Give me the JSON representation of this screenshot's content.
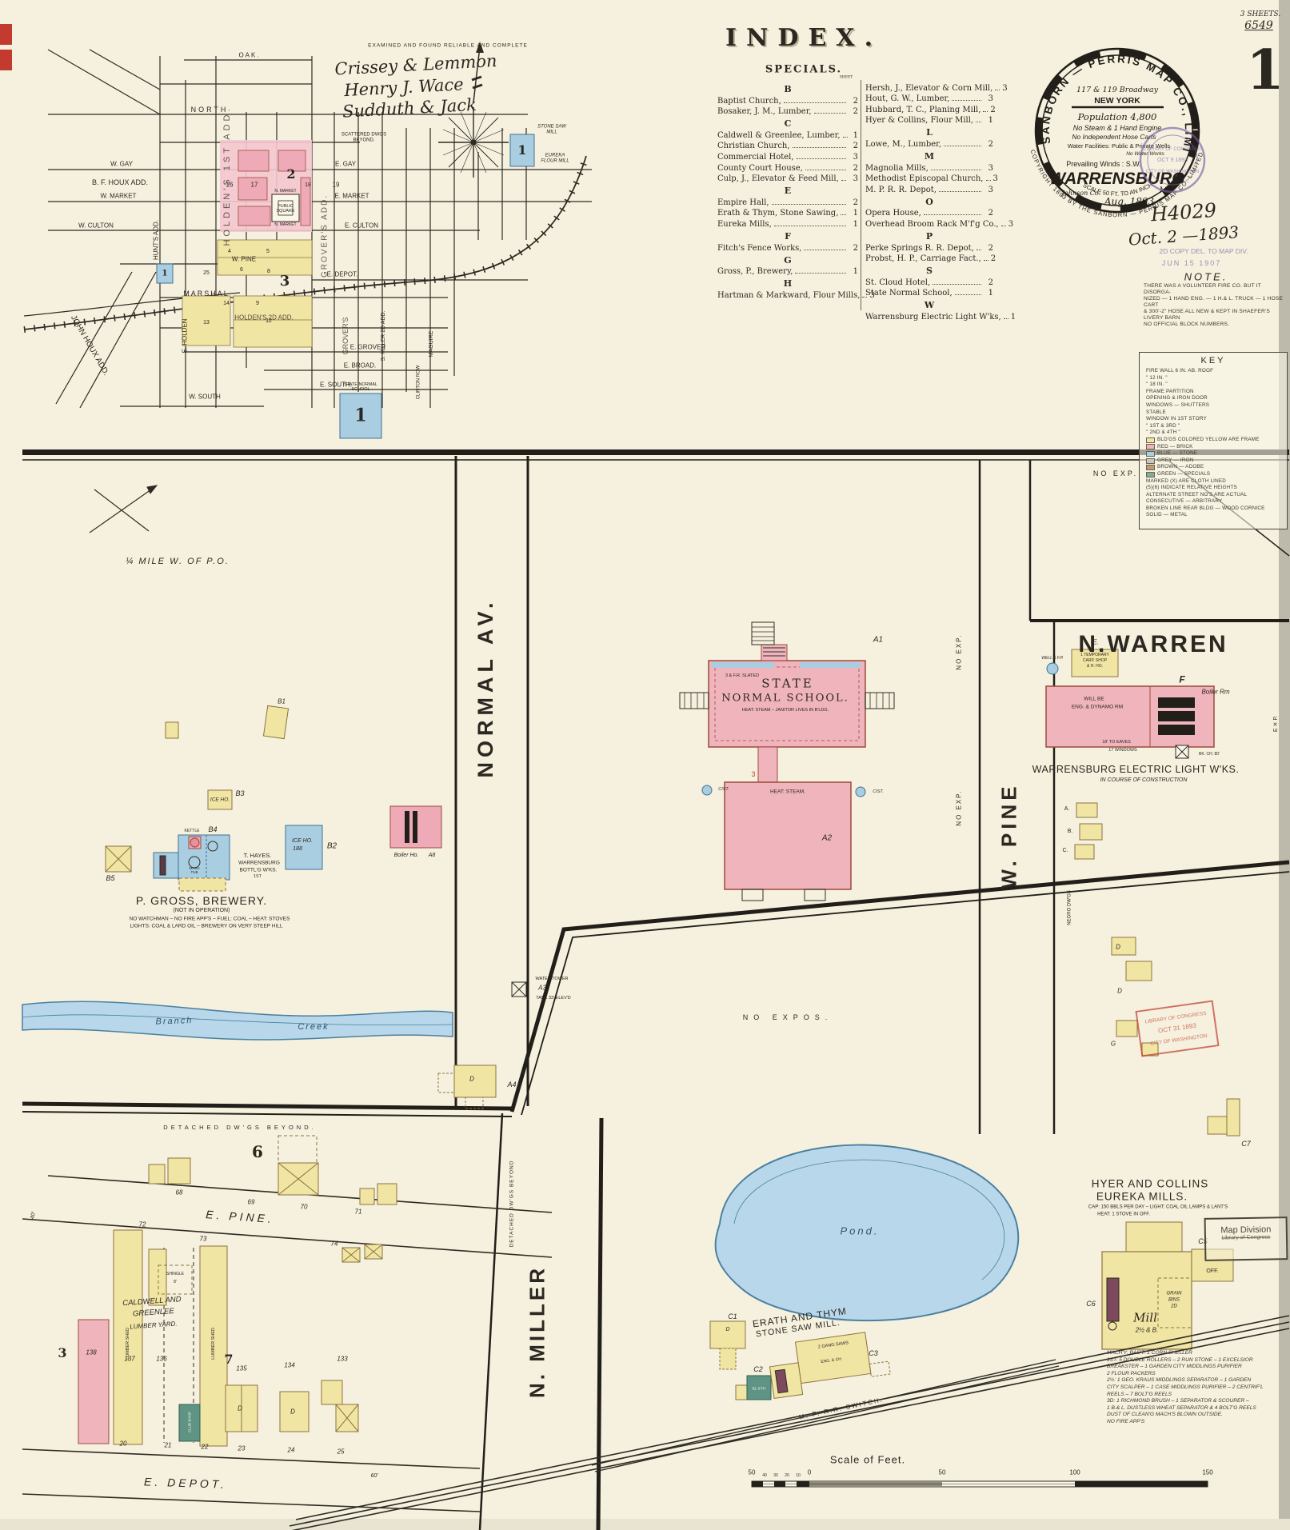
{
  "sheet": {
    "corner": {
      "sheets": "3 SHEETS.",
      "number": "6549",
      "page": "1"
    },
    "examined": "EXAMINED AND FOUND RELIABLE AND COMPLETE",
    "signatures": [
      "Crissey & Lemmon",
      "Henry J. Wace",
      "Sudduth & Jack"
    ]
  },
  "index": {
    "title": "INDEX.",
    "subtitle": "SPECIALS.",
    "sheet_col": "SHEET",
    "left": [
      {
        "c": "head",
        "t": "B"
      },
      {
        "c": "row",
        "t": "Baptist Church,",
        "s": "2"
      },
      {
        "c": "row",
        "t": "Bosaker, J. M., Lumber,",
        "s": "2"
      },
      {
        "c": "head",
        "t": "C"
      },
      {
        "c": "row",
        "t": "Caldwell & Greenlee, Lumber,",
        "s": "1"
      },
      {
        "c": "row",
        "t": "Christian Church,",
        "s": "2"
      },
      {
        "c": "row",
        "t": "Commercial Hotel,",
        "s": "3"
      },
      {
        "c": "row",
        "t": "County Court House,",
        "s": "2"
      },
      {
        "c": "row",
        "t": "Culp, J., Elevator & Feed Mill,",
        "s": "3"
      },
      {
        "c": "head",
        "t": "E"
      },
      {
        "c": "row",
        "t": "Empire Hall,",
        "s": "2"
      },
      {
        "c": "row",
        "t": "Erath & Thym, Stone Sawing,",
        "s": "1"
      },
      {
        "c": "row",
        "t": "Eureka Mills,",
        "s": "1"
      },
      {
        "c": "head",
        "t": "F"
      },
      {
        "c": "row",
        "t": "Fitch's Fence Works,",
        "s": "2"
      },
      {
        "c": "head",
        "t": "G"
      },
      {
        "c": "row",
        "t": "Gross, P., Brewery,",
        "s": "1"
      },
      {
        "c": "head",
        "t": "H"
      },
      {
        "c": "row",
        "t": "Hartman & Markward, Flour Mills,",
        "s": "3"
      }
    ],
    "right": [
      {
        "c": "row",
        "t": "Hersh, J., Elevator & Corn Mill,",
        "s": "3"
      },
      {
        "c": "row",
        "t": "Hout, G. W., Lumber,",
        "s": "3"
      },
      {
        "c": "row",
        "t": "Hubbard, T. C., Planing Mill,",
        "s": "2"
      },
      {
        "c": "row",
        "t": "Hyer & Collins, Flour Mill,",
        "s": "1"
      },
      {
        "c": "head",
        "t": "L"
      },
      {
        "c": "row",
        "t": "Lowe, M., Lumber,",
        "s": "2"
      },
      {
        "c": "head",
        "t": "M"
      },
      {
        "c": "row",
        "t": "Magnolia Mills,",
        "s": "3"
      },
      {
        "c": "row",
        "t": "Methodist Episcopal Church,",
        "s": "3"
      },
      {
        "c": "row",
        "t": "M. P. R. R. Depot,",
        "s": "3"
      },
      {
        "c": "head",
        "t": "O"
      },
      {
        "c": "row",
        "t": "Opera House,",
        "s": "2"
      },
      {
        "c": "row",
        "t": "Overhead Broom Rack M'f'g Co.,",
        "s": "3"
      },
      {
        "c": "head",
        "t": "P"
      },
      {
        "c": "row",
        "t": "Perke Springs R. R. Depot,",
        "s": "2"
      },
      {
        "c": "row",
        "t": "Probst, H. P., Carriage Fact.,",
        "s": "2"
      },
      {
        "c": "head",
        "t": "S"
      },
      {
        "c": "row",
        "t": "St. Cloud Hotel,",
        "s": "2"
      },
      {
        "c": "row",
        "t": "State Normal School,",
        "s": "1"
      },
      {
        "c": "head",
        "t": "W"
      },
      {
        "c": "row",
        "t": "Warrensburg Electric Light W'ks,",
        "s": "1"
      }
    ]
  },
  "stamp": {
    "arc": "SANBORN — PERRIS MAP CO., LIMITED",
    "address": "117 & 119 Broadway",
    "city": "NEW YORK",
    "population": "Population 4,800",
    "engine": "No Steam & 1 Hand Engine",
    "hose": "No Independent Hose Carts",
    "water": "Water Facilities: Public & Private Wells",
    "water2": "No Water Works",
    "winds": "Prevailing Winds : S.W.",
    "name": "WARRENSBURG",
    "county": "Johnson Co.",
    "state": "Mo.",
    "date": "Aug. 1893",
    "scale": "SCALE 50 FT. TO AN INCH.",
    "copyright": "COPYRIGHT 1893 BY THE SANBORN — PERRIS MAP CO. LIMITED"
  },
  "lc_stamp": {
    "line1": "LIBRARY OF CONGRESS",
    "line2": "OCT 9 1893",
    "line3": "CITY OF WASHINGTON"
  },
  "red_stamp": {
    "line1": "LIBRARY OF CONGRESS",
    "line2": "OCT 31 1893",
    "line3": "CITY OF WASHINGTON"
  },
  "annotations": {
    "hand_number": "H4029",
    "hand_date": "Oct. 2 —1893",
    "copy_stamp": "2D COPY DEL. TO MAP DIV.",
    "copy_date": "JUN 15 1907",
    "note_title": "NOTE.",
    "note_lines": [
      "THERE WAS A VOLUNTEER FIRE CO. BUT IT DISORGA-",
      "NIZED — 1 HAND ENG. — 1 H.& L. TRUCK — 1 HOSE CART",
      "& 300'-2\" HOSE ALL NEW & KEPT IN SHAEFER'S",
      "LIVERY BARN",
      "NO OFFICIAL BLOCK NUMBERS."
    ]
  },
  "key": {
    "title": "KEY",
    "entries": [
      {
        "t": "FIRE WALL 6 IN. AB. ROOF"
      },
      {
        "t": "\"      12 IN.      \""
      },
      {
        "t": "\"      18 IN.      \""
      },
      {
        "t": "FRAME PARTITION"
      },
      {
        "t": "OPENING & IRON DOOR"
      },
      {
        "t": "WINDOWS — SHUTTERS"
      },
      {
        "t": "STABLE"
      },
      {
        "t": "WINDOW IN 1ST STORY"
      },
      {
        "t": "\"      1ST & 3RD      \""
      },
      {
        "t": "\"      2ND & 4TH      \""
      },
      {
        "t": "BLD'GS COLORED YELLOW ARE FRAME",
        "chip": "#f1e5a3"
      },
      {
        "t": "RED — BRICK",
        "chip": "#f0b4bd"
      },
      {
        "t": "BLUE — STONE",
        "chip": "#a9cee2"
      },
      {
        "t": "GREY — IRON",
        "chip": "#c8c7c0"
      },
      {
        "t": "BROWN — ADOBE",
        "chip": "#c79a6b"
      },
      {
        "t": "GREEN — SPECIALS",
        "chip": "#7fae9b"
      },
      {
        "t": "MARKED (X) ARE CLOTH LINED"
      },
      {
        "t": "(5)(6) INDICATE RELATIVE HEIGHTS"
      },
      {
        "t": "ALTERNATE STREET NO'S ARE ACTUAL"
      },
      {
        "t": "CONSECUTIVE — ARBITRARY"
      },
      {
        "t": "BROKEN LINE REAR BLDG — WOOD CORNICE"
      },
      {
        "t": "SOLID — METAL"
      }
    ]
  },
  "small_map": {
    "oak": "OAK.",
    "north": "NORTH",
    "w_gay": "W. GAY",
    "e_gay": "E. GAY",
    "bf_houx": "B. F. HOUX ADD.",
    "w_market": "W. MARKET",
    "e_market": "E. MARKET",
    "w_culton": "W. CULTON",
    "e_culton": "E. CULTON",
    "w_pine": "W. PINE",
    "marshal": "MARSHAL",
    "e_depot": "E. DEPOT.",
    "e_grover": "E. GROVER",
    "e_broad": "E. BROAD.",
    "e_south": "E. SOUTH.",
    "w_south": "W. SOUTH",
    "hunts_add": "HUNT'S ADD.",
    "john_houx": "JOHN HOUX ADD.",
    "holdens_1st": "HOLDEN'S 1ST ADD.",
    "holdens_2d": "HOLDEN'S 2D ADD.",
    "grovers_add": "GROVER'S ADD.",
    "grovers": "GROVER'S",
    "s_holden": "S. HOLDEN",
    "s_miller": "S. MILLER 2D ADD.",
    "maguire": "MAGUIRE",
    "clinton_row": "CLINTON ROW",
    "public_square": "PUBLIC SQUARE",
    "n_market": "N. MARKET",
    "scattered": "SCATTERED DWGS BEYOND.",
    "normal_school": "STATE NORMAL SCHOOL",
    "stone_saw": "STONE SAW MILL",
    "eureka_flour": "EUREKA FLOUR MILL",
    "blocks": {
      "b1": "1",
      "b2": "2",
      "b3": "3",
      "n16": "16",
      "n17": "17",
      "n18": "18",
      "n19": "19",
      "n4": "4",
      "n5": "5",
      "n6": "6",
      "n8": "8",
      "n25": "25",
      "n9": "9",
      "n12": "12",
      "n13": "13",
      "n14": "14"
    }
  },
  "mid_map": {
    "quarter_mile": "¼ MILE W. OF P.O.",
    "normal_av": "NORMAL  AV.",
    "w_pine": "W. PINE",
    "n_warren": "N.WARREN",
    "n_miller": "N. MILLER",
    "no_exp": "NO EXP.",
    "no_expos": "NO  EXPOS.",
    "exp": "E ✕ P.",
    "brewery": {
      "title": "P. GROSS, BREWERY.",
      "sub": "(NOT IN OPERATION)",
      "note1": "NO WATCHMAN – NO FIRE APP'S – FUEL: COAL – HEAT: STOVES",
      "note2": "LIGHTS: COAL & LARD OIL – BREWERY ON VERY STEEP HILL",
      "hayes1": "T. HAYES.",
      "hayes2": "WARRENSBURG",
      "hayes3": "BOTTL'G W'KS.",
      "hayes4": "1ST",
      "kettle": "KETTLE",
      "mash": "MASH TUB",
      "ice1": "ICE HO.",
      "ice1_no": "188",
      "ice2": "ICE HO.",
      "b1": "B1",
      "b2": "B2",
      "b3": "B3",
      "b4": "B4",
      "b5": "B5"
    },
    "boiler_ho": "Boiler Ho.",
    "a8": "A8",
    "school": {
      "slated": "3 & F.R. SLATED",
      "name1": "STATE",
      "name2": "NORMAL SCHOOL.",
      "heat": "HEAT: STEAM – JANITOR LIVES IN B'LDG.",
      "a1": "A1",
      "a2": "A2",
      "heat2": "HEAT: STEAM.",
      "cist": "CIST.",
      "three": "3"
    },
    "water_tower": {
      "l1": "WATER TOWER",
      "l2": "A3",
      "l3": "TANK 33' ELEV'D"
    },
    "a4": "A4",
    "d": "D",
    "g": "G",
    "creek1": "Branch",
    "creek2": "Creek",
    "negro_dwgs": "NEGRO DW'GS",
    "abc": {
      "a": "A.",
      "b": "B.",
      "c": "C."
    },
    "well": "WELL & F.P.",
    "e_label": "E.",
    "temp_shop1": "1 TEMPORARY",
    "temp_shop2": "CARP. SHOP",
    "temp_shop3": "& H. HO.",
    "electric": {
      "f": "F",
      "eng1": "WILL BE",
      "eng2": "ENG. & DYNAMO RM",
      "boiler": "Boiler Rm",
      "eaves": "18' TO EAVES",
      "windows": "17 WINDOWS",
      "chimney": "BK. CH. 80'",
      "title": "WARRENSBURG ELECTRIC LIGHT W'KS.",
      "sub": "IN COURSE OF CONSTRUCTION"
    },
    "c7": "C7"
  },
  "bottom_map": {
    "detached": "DETACHED  DW'GS  BEYOND.",
    "detached_v": "DETACHED DW'GS BEYOND",
    "block6": "6",
    "block7": "7",
    "block3": "3",
    "e_pine": "E.  PINE.",
    "e_depot": "E.  DEPOT.",
    "lots_top": [
      "68",
      "69",
      "70",
      "71"
    ],
    "lots_mid": [
      "72",
      "73",
      "74"
    ],
    "lots_bldg": [
      "138",
      "137",
      "136",
      "135",
      "134",
      "133"
    ],
    "lots_bottom": [
      "20",
      "21",
      "22",
      "23",
      "24",
      "25"
    ],
    "shingle": "SHINGLE",
    "shingle_h": "8'",
    "caldwell1": "CALDWELL AND",
    "caldwell2": "GREENLEE",
    "lumber_yard": "LUMBER YARD.",
    "lumber_shed": "LUMBER SHED",
    "club_shop": "CLUB SHOP",
    "forty": "40'",
    "sixty": "60'",
    "pond": "Pond.",
    "hyer": {
      "t1": "HYER AND COLLINS",
      "t2": "EUREKA MILLS.",
      "c1": "CAP: 150 BBLS PER DAY – LIGHT: COAL OIL LAMPS & LANT'S",
      "c2": "HEAT: 1 STOVE IN OFF.",
      "mill": "Mill",
      "mill2": "2½ & B.",
      "grain1": "GRAIN",
      "grain2": "BINS",
      "grain3": "2D",
      "off": "OFF.",
      "c5": "C5",
      "c6": "C6"
    },
    "map_division": {
      "l1": "Map Division",
      "l2": "Library of Congress"
    },
    "erath": {
      "t1": "ERATH AND THYM",
      "t2": "STONE SAW MILL.",
      "c1": "C1",
      "c2": "C2",
      "c3": "C3",
      "saws": "2 GANG SAWS",
      "eng": "ENG. & CH.",
      "blsmith": "BL S'TH",
      "d": "D"
    },
    "rr_switch": "M. P.  R.R.  SWITCH.",
    "machy_lines": [
      "MACH'Y:  BAS'T: 1 CORN SHELLER",
      "1ST: 5 DOUBLE ROLLERS – 2 RUN STONE – 1 EXCELSIOR",
      "BREAKSTER – 1 GARDEN CITY MIDDLINGS PURIFIER",
      "2 FLOUR PACKERS",
      "2½: 1 GEO. KRAUS MIDDLINGS SEPARATOR – 1 GARDEN",
      "CITY SCALPER – 1 CASE MIDDLINGS PURIFIER – 2 CENTRIF'L",
      "REELS – 7 BOLT'G REELS",
      "3D: 1 RICHMOND BRUSH – 1 SEPARATOR & SCOURER –",
      "1 B.& L. DUSTLESS WHEAT SEPARATOR & 4 BOLT'G REELS",
      "DUST OF CLEAN'G MACH'S BLOWN OUTSIDE.",
      "NO FIRE APP'S"
    ],
    "scale": {
      "label": "Scale of Feet.",
      "ticks": [
        "50",
        "40",
        "30",
        "20",
        "10",
        "0",
        "50",
        "100",
        "150"
      ]
    }
  }
}
